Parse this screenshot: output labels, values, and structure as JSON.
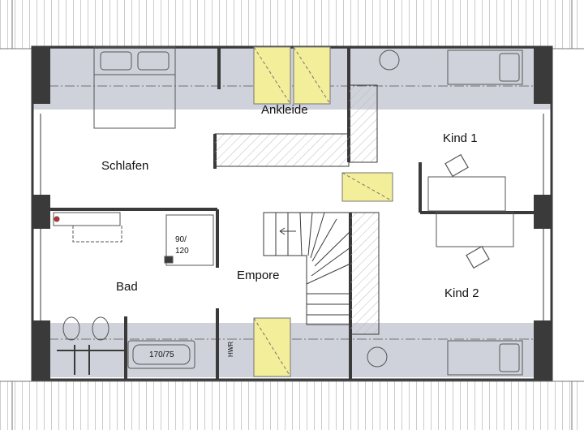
{
  "rooms": {
    "ankleide": "Ankleide",
    "schlafen": "Schlafen",
    "kind1": "Kind 1",
    "kind2": "Kind 2",
    "bad": "Bad",
    "empore": "Empore"
  },
  "labels": {
    "shower_size": "90/\n120",
    "shower_size_top": "90/",
    "shower_size_bottom": "120",
    "bathtub_size": "170/75",
    "hwr_label": "HWR"
  },
  "colors": {
    "wall": "#3a3a3a",
    "roof_zone": "#cfd2da",
    "skylight": "#f3ee9a",
    "roof_tile_line": "#9a9a9a",
    "background": "#ffffff"
  },
  "icons": {
    "bed": "double-bed-icon",
    "single_bed": "single-bed-icon",
    "stairs": "staircase-icon",
    "chair": "chair-icon",
    "bathtub": "bathtub-icon",
    "toilet": "toilet-icon",
    "washbasin": "washbasin-icon",
    "skylight": "skylight-icon"
  }
}
